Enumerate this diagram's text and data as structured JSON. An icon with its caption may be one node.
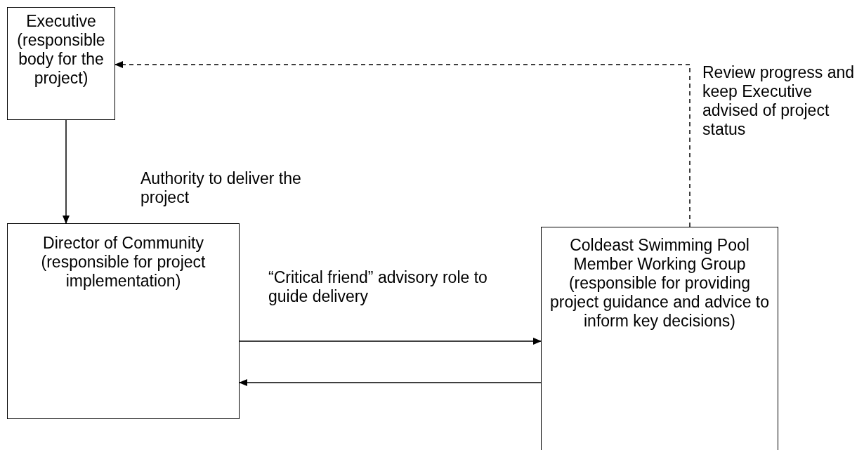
{
  "diagram": {
    "nodes": [
      {
        "text": [
          "Executive (responsible body for the project)"
        ]
      },
      {
        "text": [
          "Director of Community (responsible for project implementation)"
        ]
      },
      {
        "text": [
          "Coldeast Swimming Pool Member Working Group (responsible for providing project guidance and advice to inform key decisions)"
        ]
      }
    ],
    "edges": [
      {
        "from": 0,
        "to": 1,
        "arrow": "to",
        "label": "Authority to deliver the project"
      },
      {
        "from": 1,
        "to": 2,
        "arrow": "to",
        "label": "“Critical friend” advisory role to guide delivery"
      },
      {
        "from": 2,
        "to": 1,
        "arrow": "to"
      },
      {
        "from": 2,
        "to": 0,
        "arrow": "to",
        "style": "dashed",
        "label": "Review progress and keep Executive advised of project status"
      }
    ]
  }
}
